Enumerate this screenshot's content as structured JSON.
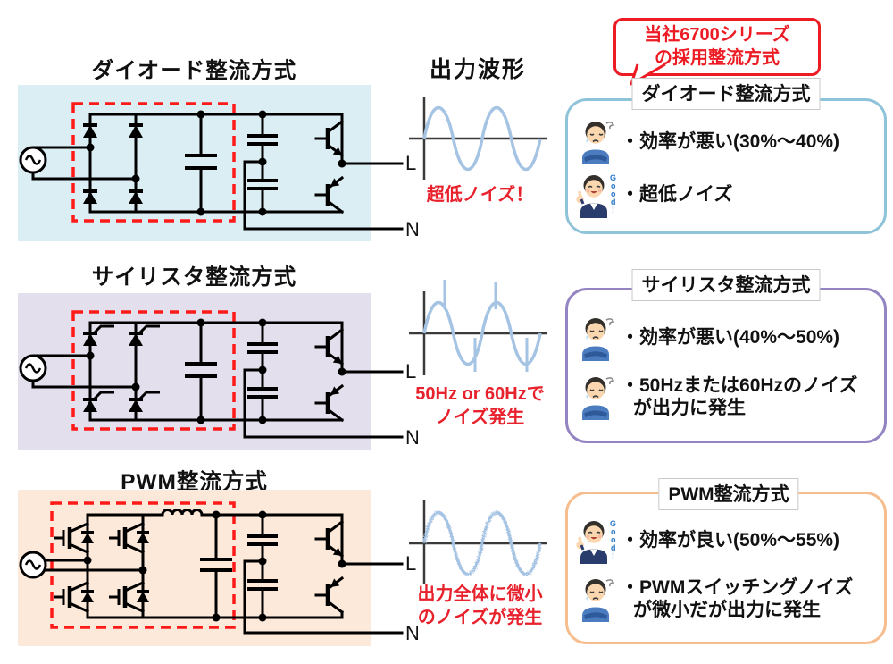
{
  "callout": {
    "line1": "当社6700シリーズ",
    "line2": "の採用整流方式"
  },
  "waveform_header": "出力波形",
  "colors": {
    "red_accent": "#e8222d",
    "dashed_box_red": "#ff1a1a",
    "wave_blue": "#a5c3e3",
    "panel_diode": "#daeef3",
    "panel_thyristor": "#e4dfec",
    "panel_pwm": "#fde9d9",
    "border_diode": "#8fc3d9",
    "border_thyristor": "#9484c2",
    "border_pwm": "#f6bd8e"
  },
  "rows": [
    {
      "circuit_title": "ダイオード整流方式",
      "terminal_l": "L",
      "terminal_n": "N",
      "waveform_caption_line1": "超低ノイズ！",
      "waveform_caption_line2": "",
      "box_title": "ダイオード整流方式",
      "bullets": [
        {
          "icon": "worried-person",
          "line1": "・効率が悪い(30%～40%)",
          "line2": ""
        },
        {
          "icon": "thumbsup-person",
          "line1": "・超低ノイズ",
          "line2": ""
        }
      ]
    },
    {
      "circuit_title": "サイリスタ整流方式",
      "terminal_l": "L",
      "terminal_n": "N",
      "waveform_caption_line1": "50Hz or 60Hzで",
      "waveform_caption_line2": "ノイズ発生",
      "box_title": "サイリスタ整流方式",
      "bullets": [
        {
          "icon": "worried-person",
          "line1": "・効率が悪い(40%～50%)",
          "line2": ""
        },
        {
          "icon": "worried-person",
          "line1": "・50Hzまたは60Hzのノイズ",
          "line2": "が出力に発生"
        }
      ]
    },
    {
      "circuit_title": "PWM整流方式",
      "terminal_l": "L",
      "terminal_n": "N",
      "waveform_caption_line1": "出力全体に微小",
      "waveform_caption_line2": "のノイズが発生",
      "box_title": "PWM整流方式",
      "bullets": [
        {
          "icon": "thumbsup-person",
          "line1": "・効率が良い(50%～55%)",
          "line2": ""
        },
        {
          "icon": "worried-person",
          "line1": "・PWMスイッチングノイズ",
          "line2": "が微小だが出力に発生"
        }
      ]
    }
  ]
}
